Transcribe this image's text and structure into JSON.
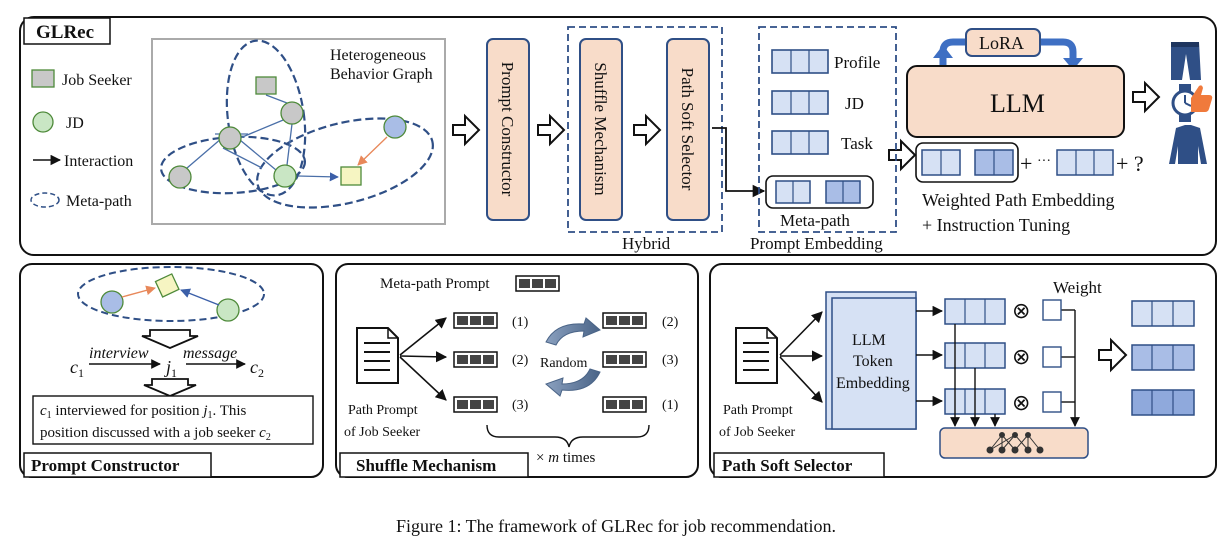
{
  "main": {
    "title": "GLRec",
    "legend": {
      "job_seeker": "Job Seeker",
      "jd": "JD",
      "interaction": "Interaction",
      "meta_path": "Meta-path"
    },
    "graph_title_line1": "Heterogeneous",
    "graph_title_line2": "Behavior Graph",
    "prompt_constructor": "Prompt Constructor",
    "shuffle_mechanism": "Shuffle Mechanism",
    "path_soft_selector": "Path Soft Selector",
    "hybrid": "Hybrid",
    "embeds": {
      "profile": "Profile",
      "jd": "JD",
      "task": "Task",
      "meta_path": "Meta-path"
    },
    "prompt_embedding": "Prompt Embedding",
    "lora": "LoRA",
    "llm": "LLM",
    "plus1": "+",
    "dots": "···",
    "plus2": "+ ?",
    "weighted_line1": "Weighted Path Embedding",
    "weighted_line2": "+ Instruction Tuning"
  },
  "pc": {
    "title": "Prompt Constructor",
    "c1": "c",
    "c1_sub": "1",
    "j1": "j",
    "j1_sub": "1",
    "c2": "c",
    "c2_sub": "2",
    "interview": "interview",
    "message": "message",
    "text_line1_pre": "c",
    "text_line1_sub": "1",
    "text_line1_mid": " interviewed for position ",
    "text_line1_j": "j",
    "text_line1_jsub": "1",
    "text_line1_post": ". This",
    "text_line2_pre": "position discussed with a job seeker ",
    "text_line2_c": "c",
    "text_line2_csub": "2"
  },
  "sm": {
    "title": "Shuffle Mechanism",
    "meta_path_prompt": "Meta-path Prompt",
    "left_labels": [
      "(1)",
      "(2)",
      "(3)"
    ],
    "right_labels": [
      "(2)",
      "(3)",
      "(1)"
    ],
    "random": "Random",
    "path_prompt_line1": "Path Prompt",
    "path_prompt_line2": "of Job Seeker",
    "times_pre": "× ",
    "times_m": "m",
    "times_post": " times"
  },
  "pss": {
    "title": "Path Soft Selector",
    "path_prompt_line1": "Path Prompt",
    "path_prompt_line2": "of Job Seeker",
    "llm_token_line1": "LLM",
    "llm_token_line2": "Token",
    "llm_token_line3": "Embedding",
    "weight": "Weight",
    "otimes": "⊗"
  },
  "caption": "Figure 1: The framework of GLRec for job recommendation.",
  "colors": {
    "blue_border": "#2f4f86",
    "salmon": "#f8dcc9",
    "light_blue": "#d6e1f4",
    "mid_blue": "#a9bde6",
    "arrow_blue": "#3e6fc3",
    "seeker_gray": "#c8c8c8",
    "jd_green": "#c9e6c4",
    "jd_yellow": "#f6f5c2",
    "edge_orange": "#e8885a"
  }
}
